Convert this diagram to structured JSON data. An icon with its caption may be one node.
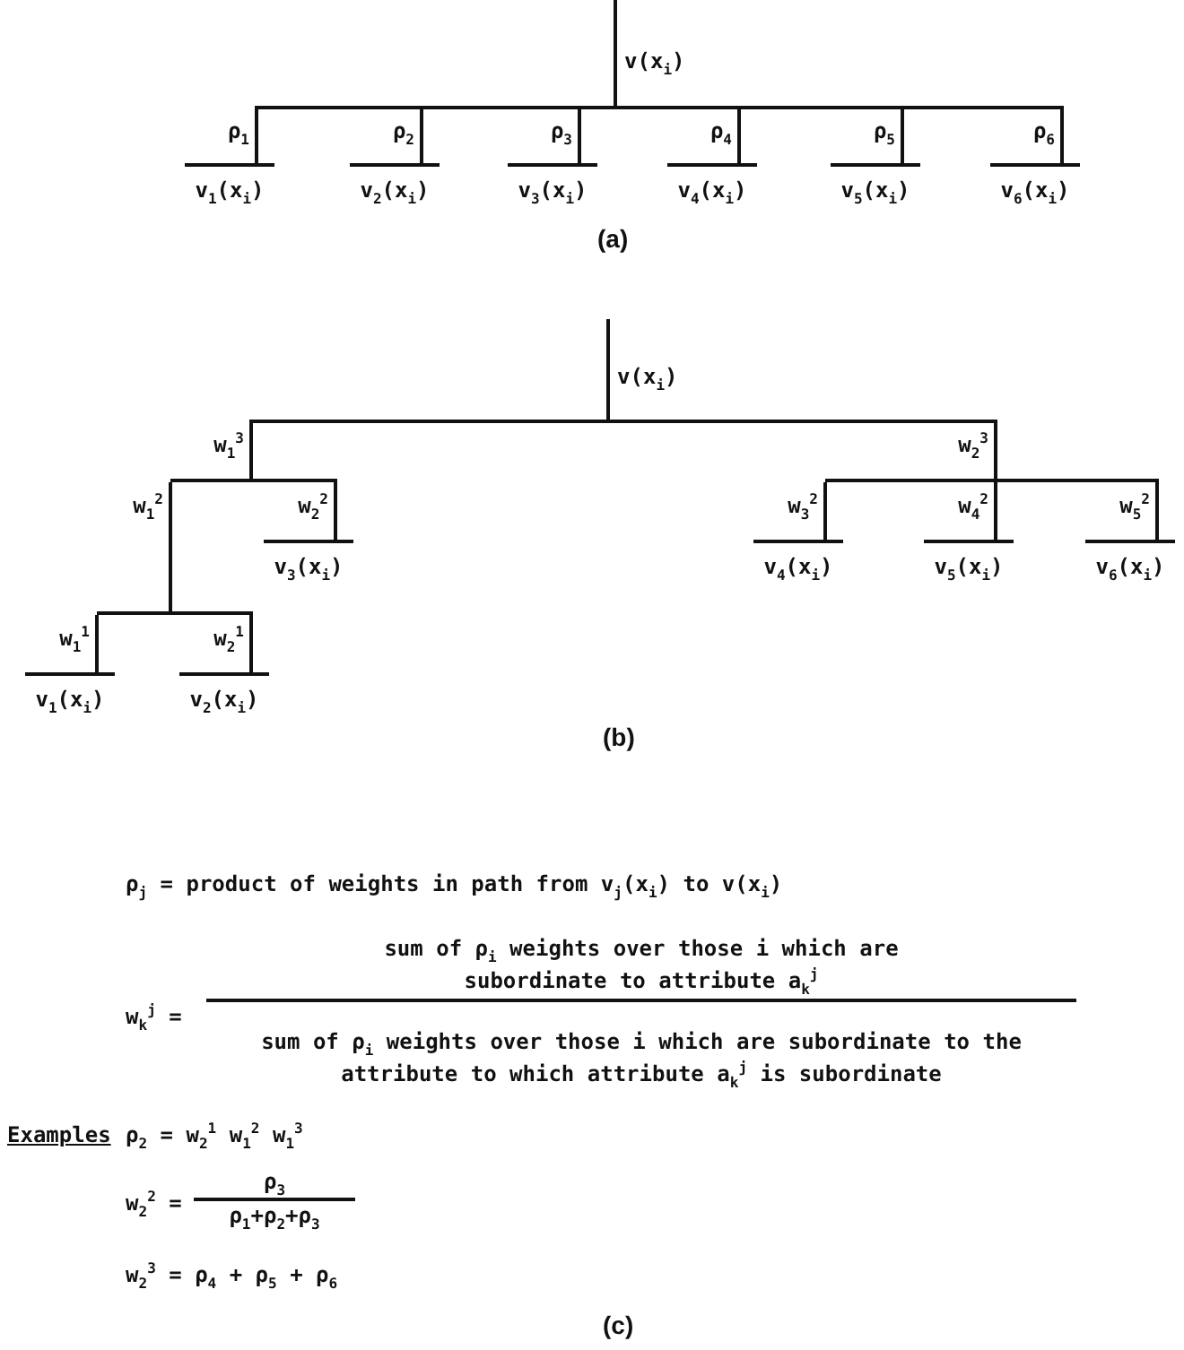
{
  "diagram": {
    "nodes": [
      {
        "text": [
          "v(x$_{i}$)"
        ]
      },
      {
        "text": [
          "v$_{1}$(x$_{i}$)"
        ]
      },
      {
        "text": [
          "v$_{2}$(x$_{i}$)"
        ]
      },
      {
        "text": [
          "v$_{3}$(x$_{i}$)"
        ]
      },
      {
        "text": [
          "v$_{4}$(x$_{i}$)"
        ]
      },
      {
        "text": [
          "v$_{5}$(x$_{i}$)"
        ]
      },
      {
        "text": [
          "v$_{6}$(x$_{i}$)"
        ]
      },
      {
        "text": [
          "v(x$_{i}$)"
        ]
      },
      {
        "text": [],
        "shape": "bar"
      },
      {
        "text": [],
        "shape": "bar"
      },
      {
        "text": [
          "v$_{3}$(x$_{i}$)"
        ]
      },
      {
        "text": [
          "v$_{4}$(x$_{i}$)"
        ]
      },
      {
        "text": [
          "v$_{5}$(x$_{i}$)"
        ]
      },
      {
        "text": [
          "v$_{6}$(x$_{i}$)"
        ]
      },
      {
        "text": [],
        "shape": "bar"
      },
      {
        "text": [
          "v$_{1}$(x$_{i}$)"
        ]
      },
      {
        "text": [
          "v$_{2}$(x$_{i}$)"
        ]
      }
    ],
    "edges": [
      {
        "from": 0,
        "to": 1,
        "arrow": "none",
        "label": "ρ$_{1}$"
      },
      {
        "from": 0,
        "to": 2,
        "arrow": "none",
        "label": "ρ$_{2}$"
      },
      {
        "from": 0,
        "to": 3,
        "arrow": "none",
        "label": "ρ$_{3}$"
      },
      {
        "from": 0,
        "to": 4,
        "arrow": "none",
        "label": "ρ$_{4}$"
      },
      {
        "from": 0,
        "to": 5,
        "arrow": "none",
        "label": "ρ$_{5}$"
      },
      {
        "from": 0,
        "to": 6,
        "arrow": "none",
        "label": "ρ$_{6}$"
      },
      {
        "from": 7,
        "to": 8,
        "arrow": "none",
        "label": "w$_{1}$$^{3}$"
      },
      {
        "from": 7,
        "to": 9,
        "arrow": "none",
        "label": "w$_{2}$$^{3}$"
      },
      {
        "from": 8,
        "to": 14,
        "arrow": "none",
        "label": "w$_{1}$$^{2}$"
      },
      {
        "from": 8,
        "to": 10,
        "arrow": "none",
        "label": "w$_{2}$$^{2}$"
      },
      {
        "from": 9,
        "to": 11,
        "arrow": "none",
        "label": "w$_{3}$$^{2}$"
      },
      {
        "from": 9,
        "to": 12,
        "arrow": "none",
        "label": "w$_{4}$$^{2}$"
      },
      {
        "from": 9,
        "to": 13,
        "arrow": "none",
        "label": "w$_{5}$$^{2}$"
      },
      {
        "from": 14,
        "to": 15,
        "arrow": "none",
        "label": "w$_{1}$$^{1}$"
      },
      {
        "from": 14,
        "to": 16,
        "arrow": "none",
        "label": "w$_{2}$$^{1}$"
      }
    ],
    "labels": [
      "(a)",
      "(b)",
      "ρ$_{j}$ = product of weights in path from v$_{j}$(x$_{i}$) to v(x$_{i}$)",
      "w$_{k}$$^{j}$ =",
      "sum of ρ$_{i}$ weights over those i which are subordinate to attribute a$_{k}$$^{j}$",
      "sum of ρ$_{i}$ weights over those i which are subordinate to the attribute to which attribute a$_{k}$$^{j}$ is subordinate",
      "Examples",
      "ρ$_{2}$ = w$_{2}$$^{1}$ w$_{1}$$^{2}$ w$_{1}$$^{3}$",
      "w$_{2}$$^{2}$ =",
      "ρ$_{3}$",
      "ρ$_{1}$+ρ$_{2}$+ρ$_{3}$",
      "w$_{2}$$^{3}$ = ρ$_{4}$ + ρ$_{5}$ + ρ$_{6}$",
      "(c)"
    ]
  }
}
